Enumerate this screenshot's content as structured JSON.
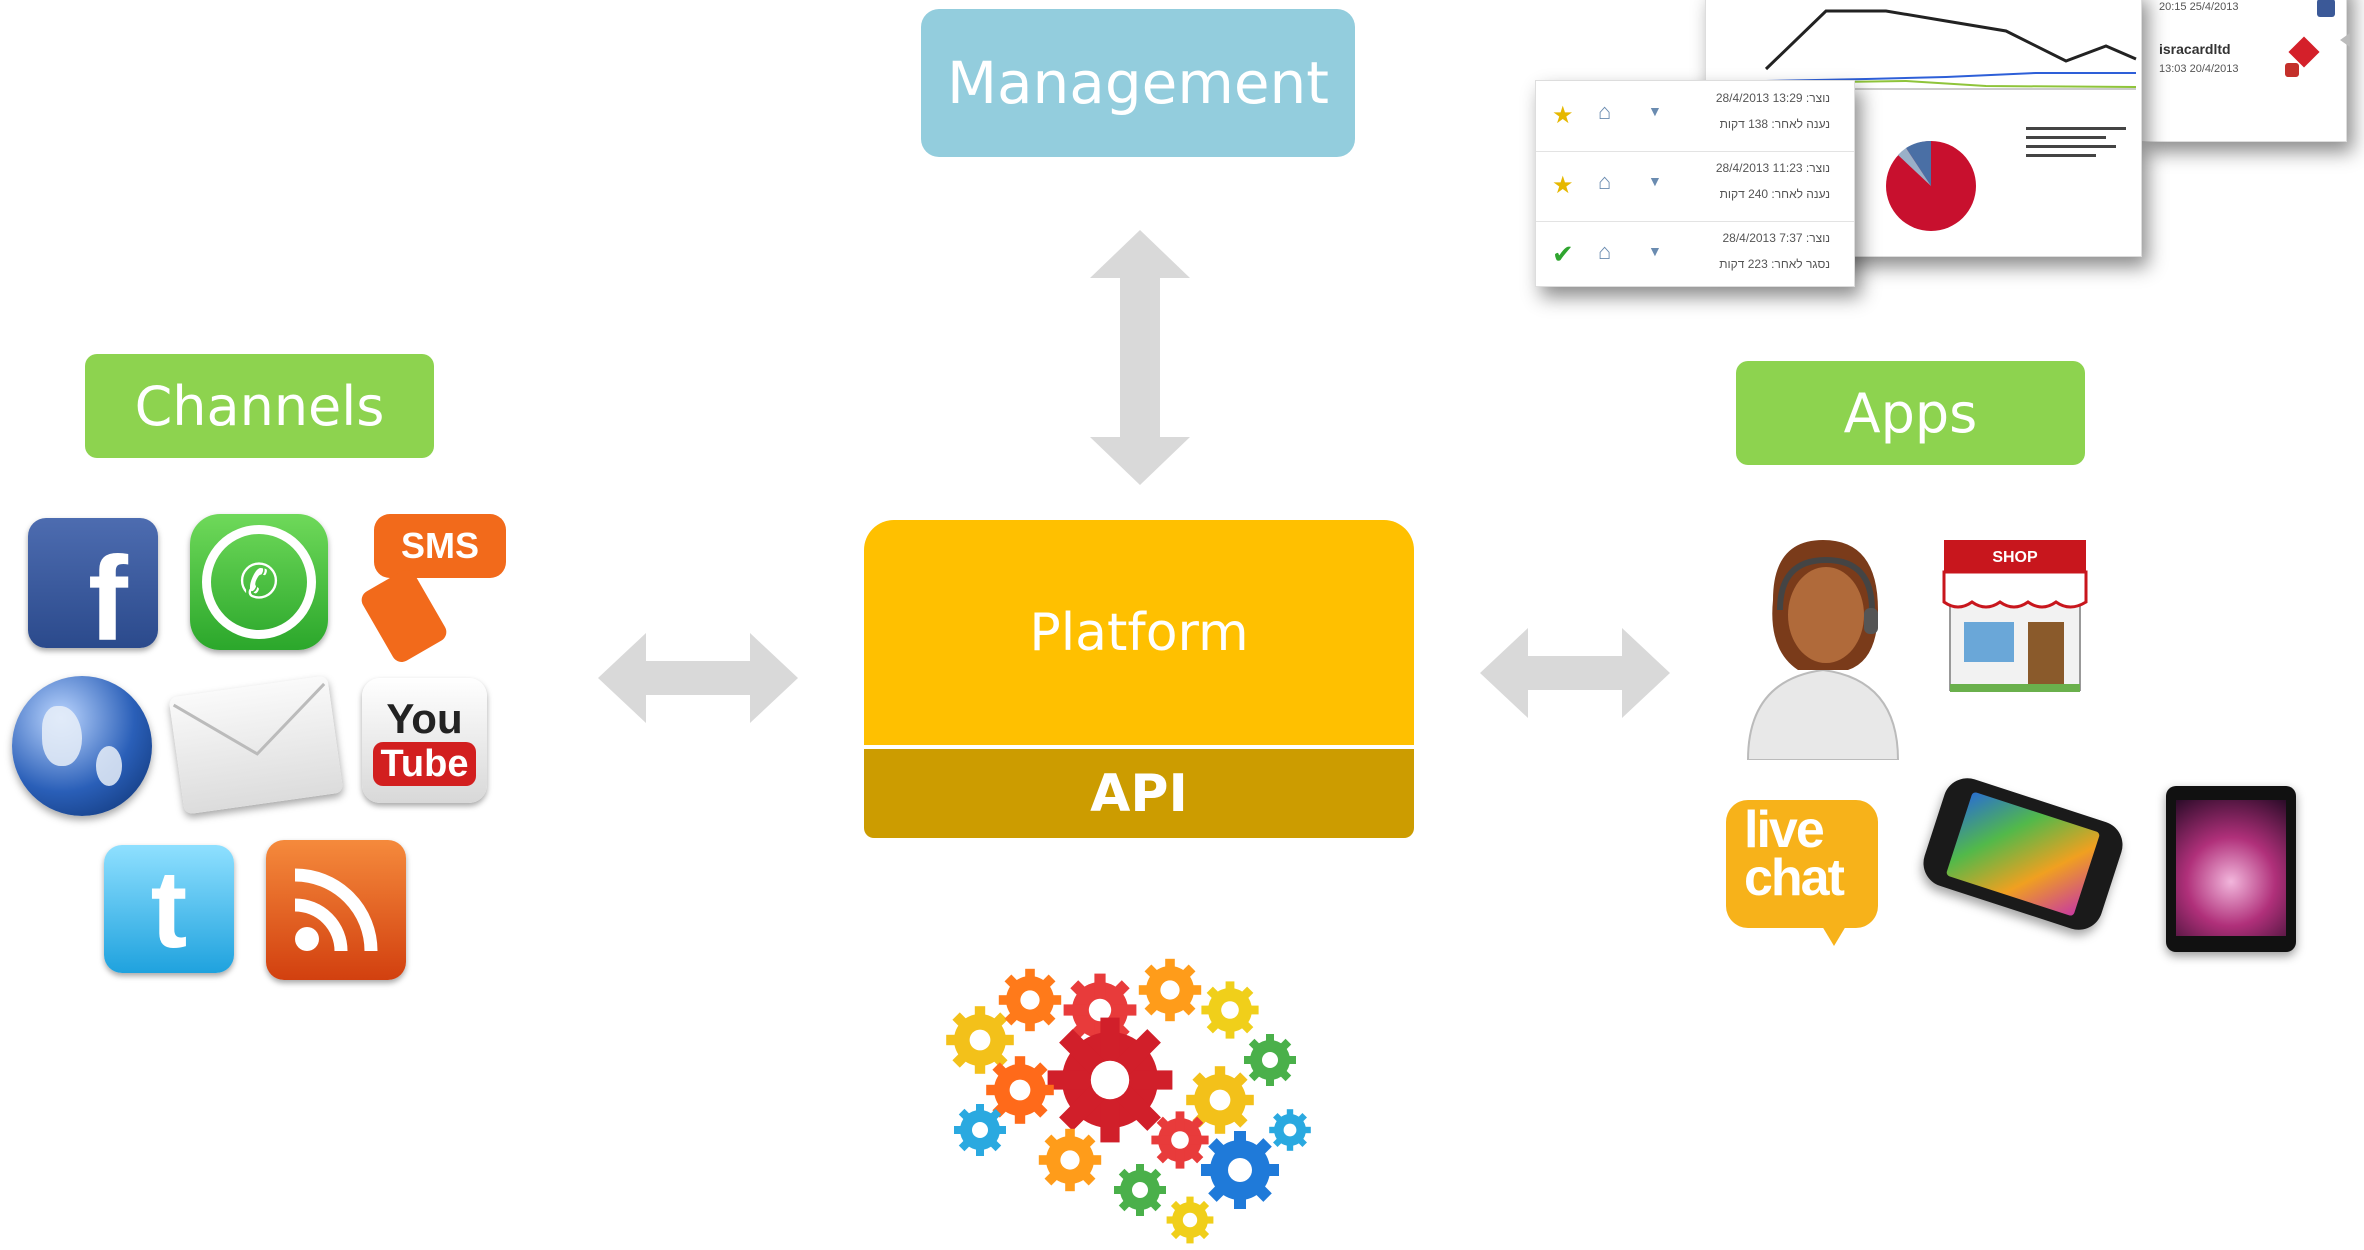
{
  "management": {
    "label": "Management"
  },
  "channels": {
    "label": "Channels"
  },
  "apps": {
    "label": "Apps"
  },
  "platform": {
    "label": "Platform",
    "api_label": "API"
  },
  "channel_icons": {
    "sms": "SMS",
    "youtube_you": "You",
    "youtube_tube": "Tube"
  },
  "app_icons": {
    "shop": "SHOP",
    "livechat_line1": "live",
    "livechat_line2": "chat"
  },
  "dashboard": {
    "rows": [
      {
        "created": "נוצר: 13:29 28/4/2013",
        "status": "נענה לאחר: 138 דקות"
      },
      {
        "created": "נוצר: 11:23 28/4/2013",
        "status": "נענה לאחר: 240 דקות"
      },
      {
        "created": "נוצר: 7:37 28/4/2013",
        "status": "נסגר לאחר: 223 דקות"
      }
    ],
    "feed": [
      {
        "name": "",
        "time": "20:15 25/4/2013"
      },
      {
        "name": "isracardltd",
        "time": "13:03 20/4/2013"
      }
    ],
    "pie": [
      0.86,
      0.1,
      0.04
    ],
    "colors": {
      "accent": "#ffc000",
      "green": "#8dd34f",
      "blue": "#93cddd",
      "api": "#cc9c00"
    }
  }
}
